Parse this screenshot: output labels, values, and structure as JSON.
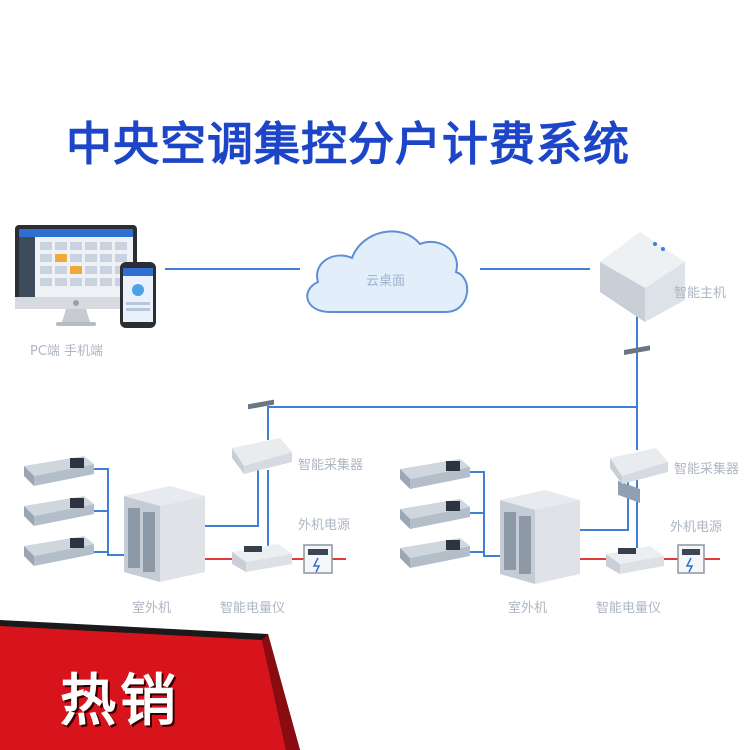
{
  "title": "中央空调集控分户计费系统",
  "labels": {
    "pc_mobile": "PC端 手机端",
    "cloud": "云桌面",
    "host": "智能主机",
    "collector_left": "智能采集器",
    "collector_right": "智能采集器",
    "power_left": "外机电源",
    "power_right": "外机电源",
    "outdoor_left": "室外机",
    "outdoor_right": "室外机",
    "meter_left": "智能电量仪",
    "meter_right": "智能电量仪"
  },
  "badge": "热销",
  "colors": {
    "title": "#1d45c8",
    "bus_line": "#3f7fd6",
    "power_line": "#e23a3a",
    "badge_bg": "#d7141b",
    "badge_dark": "#222222"
  }
}
